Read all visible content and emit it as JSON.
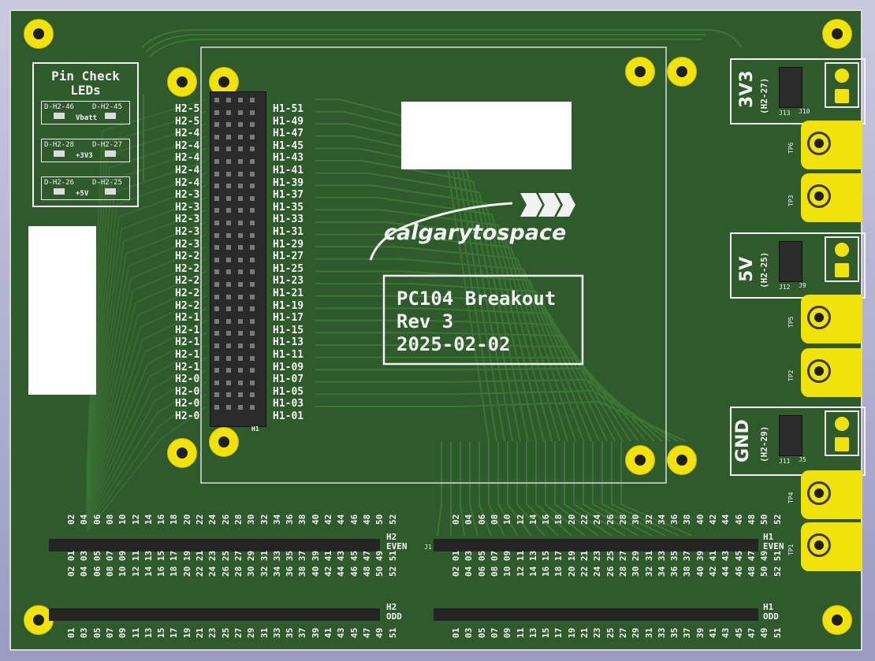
{
  "colors": {
    "board": "#2f5a2b",
    "trace": "#3e7a37",
    "silk": "#f2f2f2",
    "pad": "#f1e20a",
    "header": "#242424"
  },
  "pin_check": {
    "title_line1": "Pin Check",
    "title_line2": "LEDs",
    "leds": [
      {
        "left": "D-H2-46",
        "right": "D-H2-45",
        "label": "Vbatt"
      },
      {
        "left": "D-H2-28",
        "right": "D-H2-27",
        "label": "+3V3"
      },
      {
        "left": "D-H2-26",
        "right": "D-H2-25",
        "label": "+5V"
      }
    ]
  },
  "h2_labels": [
    "H2-5",
    "H2-5",
    "H2-4",
    "H2-4",
    "H2-4",
    "H2-4",
    "H2-4",
    "H2-3",
    "H2-3",
    "H2-3",
    "H2-3",
    "H2-3",
    "H2-2",
    "H2-2",
    "H2-2",
    "H2-2",
    "H2-2",
    "H2-1",
    "H2-1",
    "H2-1",
    "H2-1",
    "H2-1",
    "H2-0",
    "H2-0",
    "H2-0",
    "H2-0"
  ],
  "h1_labels": [
    "H1-51",
    "H1-49",
    "H1-47",
    "H1-45",
    "H1-43",
    "H1-41",
    "H1-39",
    "H1-37",
    "H1-35",
    "H1-33",
    "H1-31",
    "H1-29",
    "H1-27",
    "H1-25",
    "H1-23",
    "H1-21",
    "H1-19",
    "H1-17",
    "H1-15",
    "H1-13",
    "H1-11",
    "H1-09",
    "H1-07",
    "H1-05",
    "H1-03",
    "H1-01"
  ],
  "h1_ref": "H1",
  "logo_text": "calgarytospace",
  "info": {
    "line1": "PC104 Breakout",
    "line2": "Rev 3",
    "line3": "2025-02-02"
  },
  "power": [
    {
      "name": "3V3",
      "sub": "(H2-27)",
      "j_left": "J13",
      "j_right": "J10"
    },
    {
      "name": "5V",
      "sub": "(H2-25)",
      "j_left": "J12",
      "j_right": "J9"
    },
    {
      "name": "GND",
      "sub": "(H2-29)",
      "j_left": "J11",
      "j_right": "J5"
    }
  ],
  "testpoints": [
    "TP6",
    "TP3",
    "TP5",
    "TP2",
    "TP4",
    "TP1"
  ],
  "headers": {
    "h2_even_label": "H2\nEVEN",
    "h2_odd_label": "H2\nODD",
    "h1_even_label": "H1\nEVEN",
    "h1_odd_label": "H1\nODD",
    "j1": "J1",
    "even_nums": [
      "02",
      "04",
      "06",
      "08",
      "10",
      "12",
      "14",
      "16",
      "18",
      "20",
      "22",
      "24",
      "26",
      "28",
      "30",
      "32",
      "34",
      "36",
      "38",
      "40",
      "42",
      "44",
      "46",
      "48",
      "50",
      "52"
    ],
    "mid_nums": [
      "02 01",
      "04 03",
      "06 05",
      "08 07",
      "10 09",
      "12 11",
      "14 13",
      "16 15",
      "18 17",
      "20 19",
      "22 21",
      "24 23",
      "26 25",
      "28 27",
      "30 29",
      "32 31",
      "34 33",
      "36 35",
      "38 37",
      "40 39",
      "42 41",
      "44 43",
      "46 45",
      "48 47",
      "50 49",
      "52 51"
    ],
    "odd_nums": [
      "01",
      "03",
      "05",
      "07",
      "09",
      "11",
      "13",
      "15",
      "17",
      "19",
      "21",
      "23",
      "25",
      "27",
      "29",
      "31",
      "33",
      "35",
      "37",
      "39",
      "41",
      "43",
      "45",
      "47",
      "49",
      "51"
    ]
  }
}
